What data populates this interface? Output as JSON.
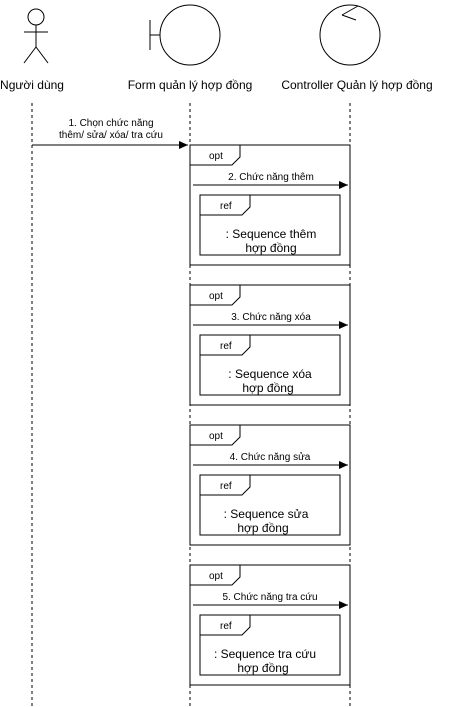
{
  "participants": [
    {
      "kind": "actor",
      "label": "Người dùng"
    },
    {
      "kind": "boundary",
      "label": "Form quản lý hợp đồng"
    },
    {
      "kind": "control",
      "label": "Controller Quản lý hợp đồng"
    }
  ],
  "initial_message": {
    "line1": "1. Chọn chức năng",
    "line2": "thêm/ sửa/ xóa/ tra cứu"
  },
  "fragments": [
    {
      "operator": "opt",
      "message": "2. Chức năng thêm",
      "ref_tag": "ref",
      "ref_line1": ": Sequence thêm",
      "ref_line2": "hợp đồng"
    },
    {
      "operator": "opt",
      "message": "3. Chức năng xóa",
      "ref_tag": "ref",
      "ref_line1": ": Sequence xóa",
      "ref_line2": "hợp đồng"
    },
    {
      "operator": "opt",
      "message": "4. Chức năng sửa",
      "ref_tag": "ref",
      "ref_line1": ": Sequence sửa",
      "ref_line2": "hợp đồng"
    },
    {
      "operator": "opt",
      "message": "5. Chức năng tra cứu",
      "ref_tag": "ref",
      "ref_line1": ": Sequence tra cứu",
      "ref_line2": "hợp đồng"
    }
  ]
}
